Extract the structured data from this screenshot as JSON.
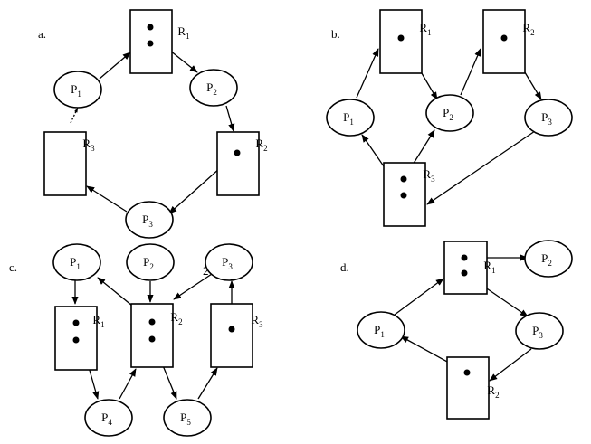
{
  "panels": [
    {
      "id": "a",
      "label": "a.",
      "processes": [
        {
          "id": "P1",
          "name": "P",
          "sub": "1"
        },
        {
          "id": "P2",
          "name": "P",
          "sub": "2"
        },
        {
          "id": "P3",
          "name": "P",
          "sub": "3"
        }
      ],
      "resources": [
        {
          "id": "R1",
          "name": "R",
          "sub": "1",
          "instances": 2
        },
        {
          "id": "R2",
          "name": "R",
          "sub": "2",
          "instances": 1
        },
        {
          "id": "R3",
          "name": "R",
          "sub": "3",
          "instances": 0
        }
      ],
      "edges": [
        {
          "from": "P1",
          "to": "R1",
          "kind": "request"
        },
        {
          "from": "R1",
          "to": "P2",
          "kind": "assignment"
        },
        {
          "from": "P2",
          "to": "R2",
          "kind": "request"
        },
        {
          "from": "R2",
          "to": "P3",
          "kind": "assignment"
        },
        {
          "from": "P3",
          "to": "R3",
          "kind": "request"
        },
        {
          "from": "R3",
          "to": "P1",
          "kind": "dotted"
        }
      ]
    },
    {
      "id": "b",
      "label": "b.",
      "processes": [
        {
          "id": "P1",
          "name": "P",
          "sub": "1"
        },
        {
          "id": "P2",
          "name": "P",
          "sub": "2"
        },
        {
          "id": "P3",
          "name": "P",
          "sub": "3"
        }
      ],
      "resources": [
        {
          "id": "R1",
          "name": "R",
          "sub": "1",
          "instances": 1
        },
        {
          "id": "R2",
          "name": "R",
          "sub": "2",
          "instances": 1
        },
        {
          "id": "R3",
          "name": "R",
          "sub": "3",
          "instances": 2
        }
      ],
      "edges": [
        {
          "from": "P1",
          "to": "R1",
          "kind": "request"
        },
        {
          "from": "R1",
          "to": "P2",
          "kind": "assignment"
        },
        {
          "from": "P2",
          "to": "R2",
          "kind": "request"
        },
        {
          "from": "R2",
          "to": "P3",
          "kind": "assignment"
        },
        {
          "from": "P3",
          "to": "R3",
          "kind": "request"
        },
        {
          "from": "R3",
          "to": "P1",
          "kind": "assignment"
        },
        {
          "from": "R3",
          "to": "P2",
          "kind": "assignment"
        }
      ]
    },
    {
      "id": "c",
      "label": "c.",
      "processes": [
        {
          "id": "P1",
          "name": "P",
          "sub": "1"
        },
        {
          "id": "P2",
          "name": "P",
          "sub": "2"
        },
        {
          "id": "P3",
          "name": "P",
          "sub": "3"
        },
        {
          "id": "P4",
          "name": "P",
          "sub": "4"
        },
        {
          "id": "P5",
          "name": "P",
          "sub": "5"
        }
      ],
      "resources": [
        {
          "id": "R1",
          "name": "R",
          "sub": "1",
          "instances": 2
        },
        {
          "id": "R2",
          "name": "R",
          "sub": "2",
          "instances": 2
        },
        {
          "id": "R3",
          "name": "R",
          "sub": "3",
          "instances": 1
        }
      ],
      "edges": [
        {
          "from": "P1",
          "to": "R1",
          "kind": "request"
        },
        {
          "from": "R1",
          "to": "P4",
          "kind": "assignment"
        },
        {
          "from": "P4",
          "to": "R2",
          "kind": "request"
        },
        {
          "from": "R2",
          "to": "P1",
          "kind": "assignment"
        },
        {
          "from": "R2",
          "to": "P5",
          "kind": "assignment"
        },
        {
          "from": "P5",
          "to": "R3",
          "kind": "request"
        },
        {
          "from": "R3",
          "to": "P3",
          "kind": "assignment"
        },
        {
          "from": "P3",
          "to": "R2",
          "kind": "request",
          "label": "2"
        },
        {
          "from": "P2",
          "to": "R2",
          "kind": "request"
        }
      ]
    },
    {
      "id": "d",
      "label": "d.",
      "processes": [
        {
          "id": "P1",
          "name": "P",
          "sub": "1"
        },
        {
          "id": "P2",
          "name": "P",
          "sub": "2"
        },
        {
          "id": "P3",
          "name": "P",
          "sub": "3"
        }
      ],
      "resources": [
        {
          "id": "R1",
          "name": "R",
          "sub": "1",
          "instances": 2
        },
        {
          "id": "R2",
          "name": "R",
          "sub": "2",
          "instances": 1
        }
      ],
      "edges": [
        {
          "from": "P1",
          "to": "R1",
          "kind": "request"
        },
        {
          "from": "R1",
          "to": "P2",
          "kind": "assignment"
        },
        {
          "from": "R1",
          "to": "P3",
          "kind": "assignment"
        },
        {
          "from": "P3",
          "to": "R2",
          "kind": "request"
        },
        {
          "from": "R2",
          "to": "P1",
          "kind": "assignment"
        }
      ]
    }
  ]
}
